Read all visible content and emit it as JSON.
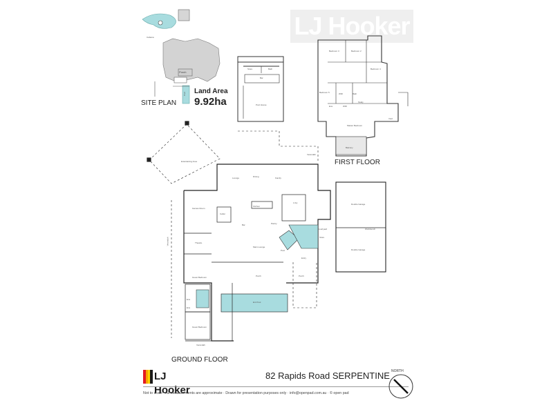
{
  "brand": {
    "watermark": "LJ Hooker",
    "logo": "LJ Hooker",
    "logo_colors": [
      "#e31b23",
      "#f7a400",
      "#ffd400",
      "#1a1a1a"
    ]
  },
  "address": "82 Rapids Road SERPENTINE",
  "site_plan": {
    "title": "SITE PLAN",
    "land_area_label": "Land Area",
    "land_area_value": "9.92ha",
    "labels": [
      "Cabana",
      "Porch",
      "Pool"
    ]
  },
  "first_floor": {
    "title": "FIRST FLOOR",
    "rooms": [
      "Bedroom 3",
      "Bedroom 2",
      "Bedroom 4",
      "Bedroom 5",
      "Study",
      "WIR",
      "Ens",
      "Bath",
      "Master Bedroom",
      "Balcony",
      "WIR",
      "Void"
    ]
  },
  "pool_house": {
    "rooms": [
      "Store",
      "Bath",
      "Bar",
      "Pool House"
    ]
  },
  "ground_floor": {
    "title": "GROUND FLOOR",
    "rooms": [
      "Entertaining Area",
      "Lounge",
      "Dining",
      "Family",
      "Games Room",
      "Kitchen",
      "Theatre",
      "Main Lounge",
      "Guest Bedroom",
      "Guest Bedroom",
      "Ens",
      "Ens",
      "Porch",
      "Porch",
      "Courtyard",
      "Store",
      "Entry",
      "Pool",
      "Double Garage",
      "Double Garage",
      "Workbench",
      "Ent Pool",
      "Verandah",
      "Verandah",
      "Verandah",
      "L'dry",
      "Pantry",
      "Cellar",
      "Bar"
    ]
  },
  "footer": "Not to scale  ·  All measurements are approximate  ·  Drawn for presentation purposes only  ·  info@openpad.com.au  ·  © open pad",
  "north": "NORTH"
}
